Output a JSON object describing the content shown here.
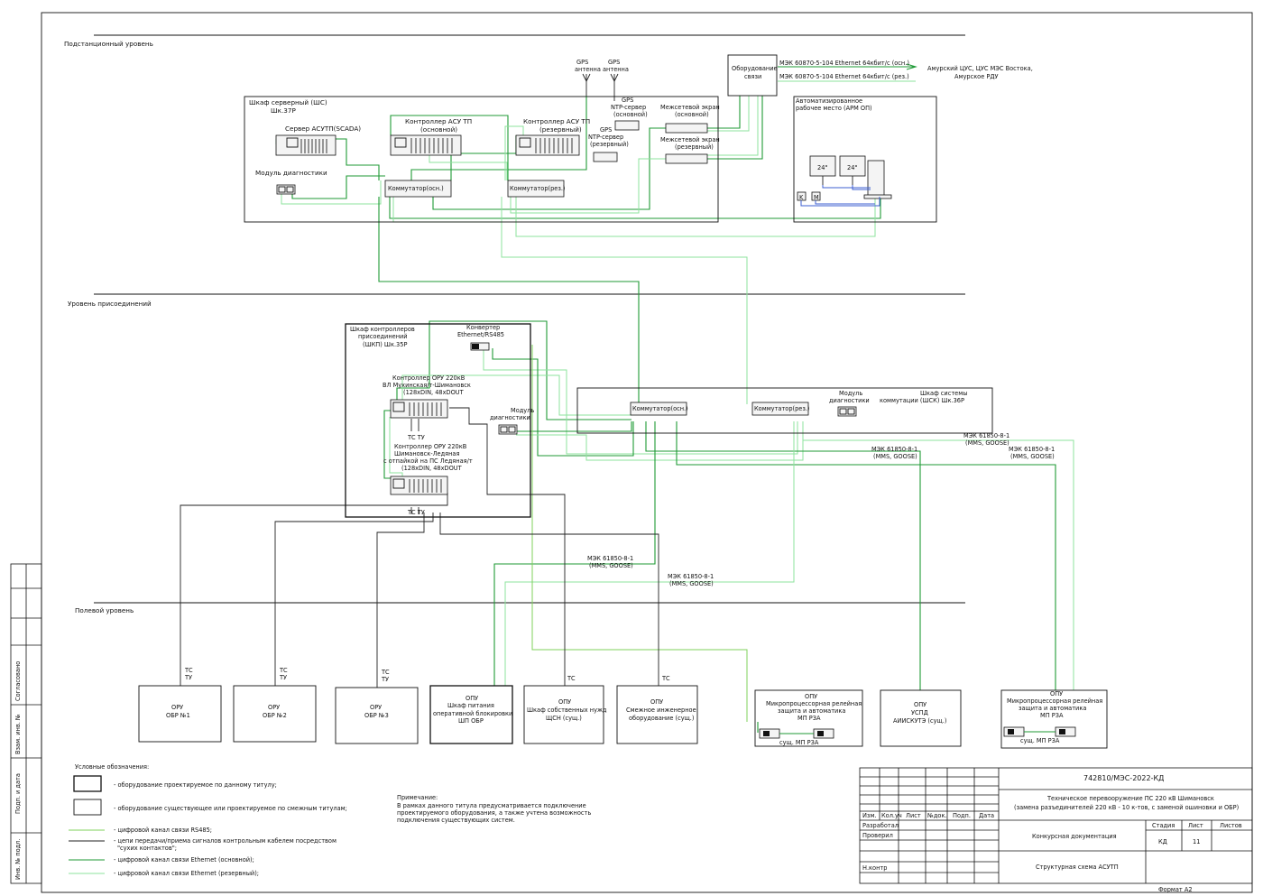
{
  "levels": {
    "substation": "Подстанционный уровень",
    "bay": "Уровень присоединений",
    "field": "Полевой уровень"
  },
  "top": {
    "gps1": [
      "GPS",
      "антенна"
    ],
    "gps2": [
      "GPS",
      "антенна"
    ],
    "comm_equipment": [
      "Оборудование",
      "связи"
    ],
    "link_main": "МЭК 60870-5-104 Ethernet 64кбит/с (осн.)",
    "link_res": "МЭК 60870-5-104 Ethernet 64кбит/с (рез.)",
    "dest": [
      "Амурский ЦУС, ЦУС МЭС Востока,",
      "Амурское РДУ"
    ]
  },
  "server_cabinet": {
    "title": [
      "Шкаф серверный (ШС)",
      "Шк.37Р"
    ],
    "scada": "Сервер АСУТП(SCADA)",
    "diag": "Модуль диагностики",
    "ctrl_main": [
      "Контроллер АСУ ТП",
      "(основной)"
    ],
    "ctrl_res": [
      "Контроллер АСУ ТП",
      "(резервный)"
    ],
    "ntp_main": [
      "GPS",
      "NTP-сервер",
      "(основной)"
    ],
    "ntp_res": [
      "GPS",
      "NTP-сервер",
      "(резервный)"
    ],
    "fw_main": [
      "Межсетевой экран",
      "(основной)"
    ],
    "fw_res": [
      "Межсетевой экран",
      "(резервный)"
    ],
    "sw_main": "Коммутатор(осн.)",
    "sw_res": "Коммутатор(рез.)"
  },
  "arm": {
    "title": [
      "Автоматизированное",
      "рабочее место (АРМ ОП)"
    ],
    "mon1": "24\"",
    "mon2": "24\"",
    "k": "K",
    "m": "М"
  },
  "bay_cabinet": {
    "title": [
      "Шкаф контроллеров",
      "присоединений",
      "(ШКП) Шк.35Р"
    ],
    "converter": [
      "Конвертер",
      "Ethernet/RS485"
    ],
    "ctrl1": [
      "Контроллер ОРУ 220кВ",
      "ВЛ Мухинская/т-Шимановск",
      "(128xDIN, 48xDOUT"
    ],
    "ctrl2": [
      "Контроллер ОРУ 220кВ",
      "Шимановск-Ледяная",
      "с отпайкой на ПС Ледяная/т",
      "(128xDIN, 48xDOUT"
    ],
    "tcty1": "ТС ТУ",
    "tcty2": "ТС ТУ",
    "diag": [
      "Модуль",
      "диагностики"
    ]
  },
  "switch_cabinet": {
    "title": [
      "Шкаф системы",
      "коммутации (ШСК) Шк.36Р"
    ],
    "sw_main": "Коммутатор(осн.)",
    "sw_res": "Коммутатор(рез.)",
    "diag": [
      "Модуль",
      "диагностики"
    ]
  },
  "protocols": {
    "p1": [
      "МЭК 61850-8-1",
      "(MMS, GOOSE)"
    ],
    "p2": [
      "МЭК 61850-8-1",
      "(MMS, GOOSE)"
    ],
    "p3": [
      "МЭК 61850-8-1",
      "(MMS, GOOSE)"
    ],
    "p4": [
      "МЭК 61850-8-1",
      "(MMS, GOOSE)"
    ],
    "p5": [
      "МЭК 61850-8-1",
      "(MMS, GOOSE)"
    ]
  },
  "field": {
    "b1": [
      "ОРУ",
      "ОБР №1"
    ],
    "b2": [
      "ОРУ",
      "ОБР №2"
    ],
    "b3": [
      "ОРУ",
      "ОБР №3"
    ],
    "b4": [
      "ОПУ",
      "Шкаф питания",
      "оперативной блокировки",
      "ШП ОБР"
    ],
    "b5": [
      "ОПУ",
      "Шкаф собственных нужд",
      "ЩСН (сущ.)"
    ],
    "b6": [
      "ОПУ",
      "Смежное инженерное",
      "оборудование (сущ.)"
    ],
    "b7": [
      "ОПУ",
      "Микропроцессорная релейная",
      "защита и автоматика",
      "МП РЗА"
    ],
    "b7sub": "сущ. МП РЗА",
    "b8": [
      "ОПУ",
      "УСПД",
      "АИИСКУТЭ (сущ.)"
    ],
    "b9": [
      "ОПУ",
      "Микропроцессорная релейная",
      "защита и автоматика",
      "МП РЗА"
    ],
    "b9sub": "сущ. МП РЗА",
    "tcty1": [
      "ТС",
      "ТУ"
    ],
    "tcty2": [
      "ТС",
      "ТУ"
    ],
    "tcty3": [
      "ТС",
      "ТУ"
    ],
    "tc5": "ТС",
    "tc6": "ТС"
  },
  "legend": {
    "title": "Условные обозначения:",
    "i1": "- оборудование проектируемое по данному титулу;",
    "i2": "- оборудование существующее или проектируемое по смежным титулам;",
    "i3": "- цифровой канал связи RS485;",
    "i4": [
      "- цепи передачи/приема сигналов контрольным кабелем посредством",
      "\"сухих контактов\";"
    ],
    "i5": "- цифровой канал связи Ethernet (основной);",
    "i6": "- цифровой канал связи Ethernet (резервный);"
  },
  "note": {
    "title": "Примечание:",
    "lines": [
      "В рамках данного титула предусматривается подключение",
      "проектируемого оборудования, а также учтена возможность",
      "подключения существующих систем."
    ]
  },
  "stamp": {
    "code": "742810/МЭС-2022-КД",
    "desc": [
      "Техническое перевооружение ПС 220 кВ Шимановск",
      "(замена разъединителей 220 кВ - 10 к-тов, с заменой ошиновки и ОБР)"
    ],
    "cols": [
      "Изм.",
      "Кол.уч",
      "Лист",
      "№док.",
      "Подп.",
      "Дата"
    ],
    "rows": [
      "Разработал",
      "Проверил",
      "",
      "Н.контр"
    ],
    "doc": "Конкурсная документация",
    "stage_h": "Стадия",
    "sheet_h": "Лист",
    "sheets_h": "Листов",
    "stage": "КД",
    "sheet": "11",
    "title": "Структурная схема АСУТП",
    "format": "Формат А2"
  },
  "side": {
    "s1": "Согласовано",
    "s2": "Взам. инв. №",
    "s3": "Подп. и дата",
    "s4": "Инв. № подл."
  }
}
